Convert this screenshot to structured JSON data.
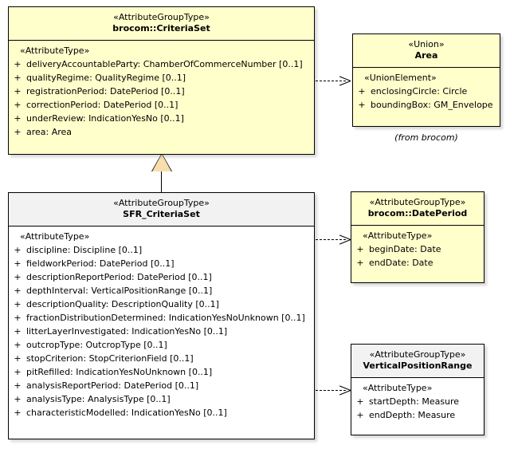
{
  "diagram": {
    "type": "uml-class-diagram",
    "background": "#ffffff",
    "colors": {
      "yellow_fill": "#ffffcc",
      "grey_header": "#f2f2f2",
      "white_fill": "#ffffff",
      "border": "#000000",
      "generalization_fill": "#f7dfad"
    }
  },
  "classes": {
    "criteria_set": {
      "stereotype": "«AttributeGroupType»",
      "name": "brocom::CriteriaSet",
      "group_stereotype": "«AttributeType»",
      "attributes": [
        {
          "visibility": "+",
          "text": "deliveryAccountableParty: ChamberOfCommerceNumber [0..1]"
        },
        {
          "visibility": "+",
          "text": "qualityRegime: QualityRegime [0..1]"
        },
        {
          "visibility": "+",
          "text": "registrationPeriod: DatePeriod [0..1]"
        },
        {
          "visibility": "+",
          "text": "correctionPeriod: DatePeriod [0..1]"
        },
        {
          "visibility": "+",
          "text": "underReview: IndicationYesNo [0..1]"
        },
        {
          "visibility": "+",
          "text": "area: Area"
        }
      ]
    },
    "area": {
      "stereotype": "«Union»",
      "name": "Area",
      "group_stereotype": "«UnionElement»",
      "attributes": [
        {
          "visibility": "+",
          "text": "enclosingCircle: Circle"
        },
        {
          "visibility": "+",
          "text": "boundingBox: GM_Envelope"
        }
      ],
      "note": "(from brocom)"
    },
    "sfr_criteria_set": {
      "stereotype": "«AttributeGroupType»",
      "name": "SFR_CriteriaSet",
      "group_stereotype": "«AttributeType»",
      "attributes": [
        {
          "visibility": "+",
          "text": "discipline: Discipline [0..1]"
        },
        {
          "visibility": "+",
          "text": "fieldworkPeriod: DatePeriod [0..1]"
        },
        {
          "visibility": "+",
          "text": "descriptionReportPeriod: DatePeriod [0..1]"
        },
        {
          "visibility": "+",
          "text": "depthInterval: VerticalPositionRange [0..1]"
        },
        {
          "visibility": "+",
          "text": "descriptionQuality: DescriptionQuality [0..1]"
        },
        {
          "visibility": "+",
          "text": "fractionDistributionDetermined: IndicationYesNoUnknown [0..1]"
        },
        {
          "visibility": "+",
          "text": "litterLayerInvestigated: IndicationYesNo [0..1]"
        },
        {
          "visibility": "+",
          "text": "outcropType: OutcropType [0..1]"
        },
        {
          "visibility": "+",
          "text": "stopCriterion: StopCriterionField [0..1]"
        },
        {
          "visibility": "+",
          "text": "pitRefilled: IndicationYesNoUnknown [0..1]"
        },
        {
          "visibility": "+",
          "text": "analysisReportPeriod: DatePeriod [0..1]"
        },
        {
          "visibility": "+",
          "text": "analysisType: AnalysisType [0..1]"
        },
        {
          "visibility": "+",
          "text": "characteristicModelled: IndicationYesNo [0..1]"
        }
      ]
    },
    "date_period": {
      "stereotype": "«AttributeGroupType»",
      "name": "brocom::DatePeriod",
      "group_stereotype": "«AttributeType»",
      "attributes": [
        {
          "visibility": "+",
          "text": "beginDate: Date"
        },
        {
          "visibility": "+",
          "text": "endDate: Date"
        }
      ]
    },
    "vertical_position_range": {
      "stereotype": "«AttributeGroupType»",
      "name": "VerticalPositionRange",
      "group_stereotype": "«AttributeType»",
      "attributes": [
        {
          "visibility": "+",
          "text": "startDepth: Measure"
        },
        {
          "visibility": "+",
          "text": "endDepth: Measure"
        }
      ]
    }
  },
  "relationships": [
    {
      "id": "dep-criteriaset-area",
      "kind": "dependency",
      "source": "brocom::CriteriaSet",
      "target": "Area"
    },
    {
      "id": "gen-sfr-criteriaset",
      "kind": "generalization",
      "source": "SFR_CriteriaSet",
      "target": "brocom::CriteriaSet"
    },
    {
      "id": "dep-sfr-dateperiod",
      "kind": "dependency",
      "source": "SFR_CriteriaSet",
      "target": "brocom::DatePeriod"
    },
    {
      "id": "dep-sfr-vpr",
      "kind": "dependency",
      "source": "SFR_CriteriaSet",
      "target": "VerticalPositionRange"
    }
  ]
}
